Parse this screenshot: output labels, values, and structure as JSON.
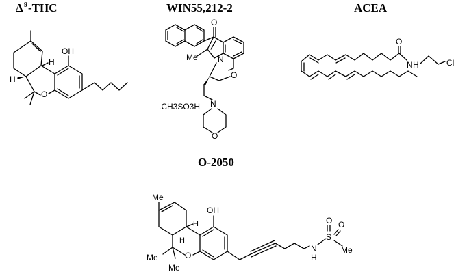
{
  "compounds": {
    "thc": {
      "title_prefix": "Δ",
      "title_sup": "9",
      "title_suffix": "-THC",
      "oh": "OH",
      "h_upper": "H",
      "h_lower": "H",
      "o": "O"
    },
    "win": {
      "title": "WIN55,212-2",
      "o": "O",
      "n": "N",
      "me": "Me",
      "salt": ".CH3SO3H",
      "morph_n": "N",
      "morph_o": "O",
      "ring_o": "O"
    },
    "acea": {
      "title": "ACEA",
      "o": "O",
      "n": "N",
      "h": "H",
      "cl": "Cl"
    },
    "o2050": {
      "title": "O-2050",
      "me_top": "Me",
      "oh": "OH",
      "h_upper": "H",
      "h_lower": "H",
      "o": "O",
      "me1": "Me",
      "me2": "Me",
      "n": "N",
      "h": "H",
      "s": "S",
      "so1": "O",
      "so2": "O",
      "me_s": "Me"
    }
  }
}
